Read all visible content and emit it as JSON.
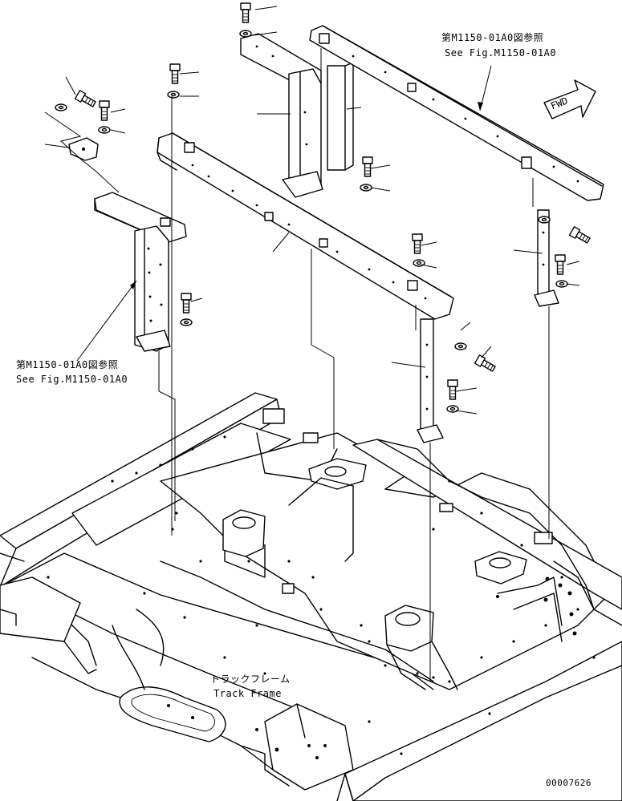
{
  "refs": {
    "top_right_jp": "第M1150-01A0図参照",
    "top_right_en": "See Fig.M1150-01A0",
    "left_jp": "第M1150-01A0図参照",
    "left_en": "See Fig.M1150-01A0"
  },
  "track_frame": {
    "jp": "トラックフレーム",
    "en": "Track Frame"
  },
  "fwd_label": "FWD",
  "drawing_number": "00007626",
  "icons": {
    "fwd_arrow": "fwd-arrow-icon",
    "bolt": "bolt-icon",
    "washer": "washer-icon"
  }
}
